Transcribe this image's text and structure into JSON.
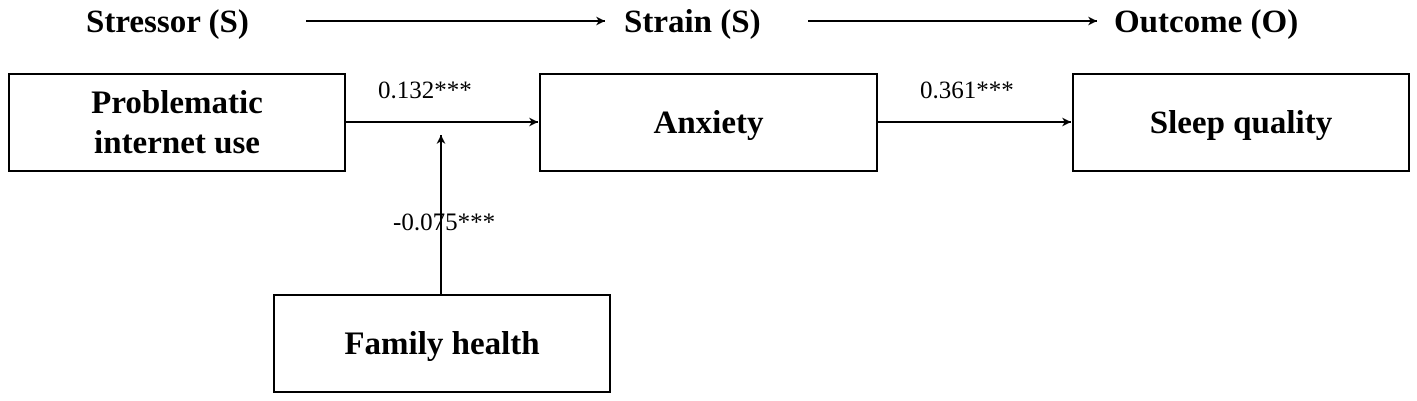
{
  "headers": {
    "stressor": "Stressor (S)",
    "strain": "Strain (S)",
    "outcome": "Outcome (O)"
  },
  "nodes": {
    "problematic_internet_use": {
      "line1": "Problematic",
      "line2": "internet use"
    },
    "anxiety": "Anxiety",
    "sleep_quality": "Sleep quality",
    "family_health": "Family health"
  },
  "paths": {
    "piu_to_anxiety": "0.132***",
    "anxiety_to_sleep": "0.361***",
    "moderation": "-0.075***"
  }
}
